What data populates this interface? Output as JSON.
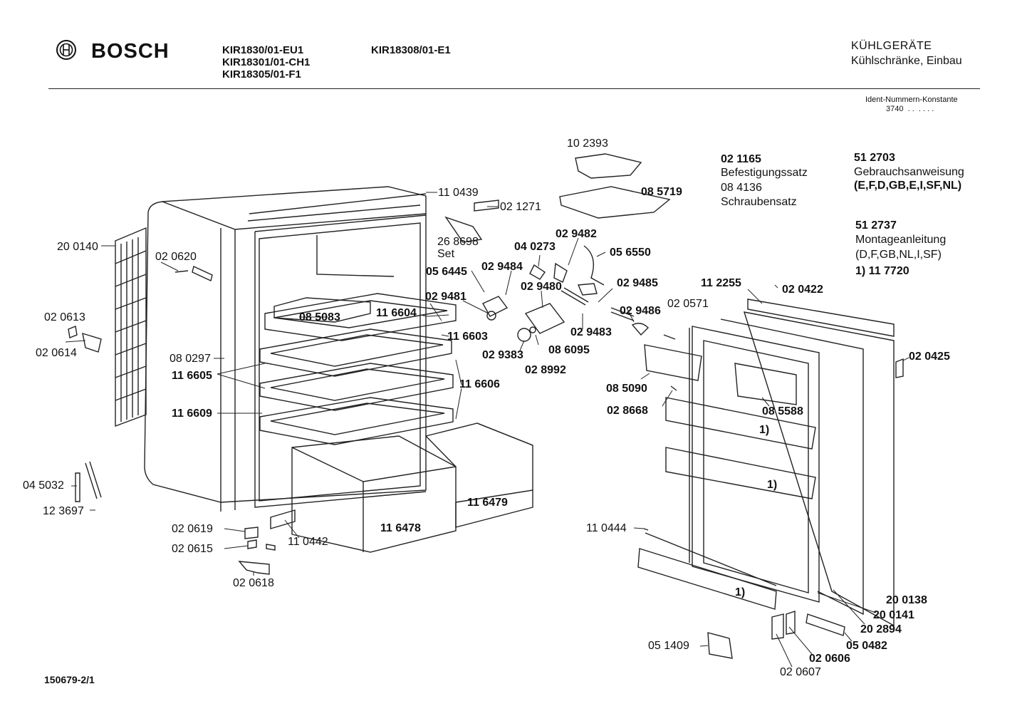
{
  "header": {
    "brand": "BOSCH",
    "models_col1": [
      "KIR1830/01-EU1",
      "KIR18301/01-CH1",
      "KIR18305/01-F1"
    ],
    "models_col2": [
      "KIR18308/01-E1"
    ],
    "category": "KÜHLGERÄTE",
    "subcategory": "Kühlschränke, Einbau",
    "ident_label": "Ident-Nummern-Konstante",
    "ident_value": "3740  . .  . . . ."
  },
  "info_blocks": [
    {
      "code": "02 1165",
      "lines": [
        "Befestigungssatz"
      ]
    },
    {
      "code": "08 4136",
      "lines": [
        "Schraubensatz"
      ]
    },
    {
      "code": "51 2703",
      "lines": [
        "Gebrauchsanweisung",
        "(E,F,D,GB,E,I,SF,NL)"
      ]
    },
    {
      "code": "51 2737",
      "lines": [
        "Montageanleitung",
        "(D,F,GB,NL,I,SF)",
        "1) 11 7720"
      ]
    }
  ],
  "part_labels": [
    "10 2393",
    "11 0439",
    "02 1271",
    "08 5719",
    "26 8698",
    "Set",
    "20 0140",
    "02 0620",
    "02 0613",
    "02 0614",
    "08 0297",
    "11 6605",
    "11 6609",
    "08 5083",
    "11 6604",
    "11 6603",
    "11 6606",
    "04 0273",
    "02 9482",
    "05 6550",
    "05 6445",
    "02 9484",
    "02 9481",
    "02 9480",
    "02 9485",
    "02 9486",
    "02 9383",
    "08 6095",
    "02 9483",
    "02 8992",
    "11 2255",
    "02 0422",
    "02 0571",
    "02 0425",
    "08 5090",
    "02 8668",
    "08 5588",
    "1)",
    "1)",
    "11 0444",
    "1)",
    "20 0138",
    "20 0141",
    "20 2894",
    "05 0482",
    "02 0606",
    "02 0607",
    "05 1409",
    "04 5032",
    "12 3697",
    "02 0619",
    "02 0615",
    "02 0618",
    "11 0442",
    "11 6479",
    "11 6478"
  ],
  "footer": {
    "drawing_code": "150679-2/1"
  }
}
